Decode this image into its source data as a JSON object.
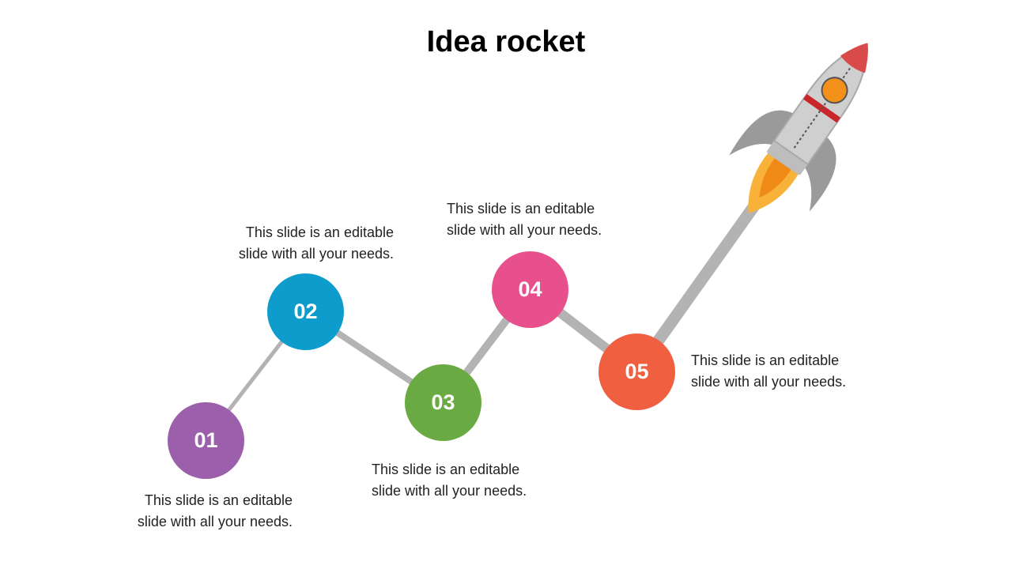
{
  "title": "Idea rocket",
  "steps": [
    {
      "number": "01",
      "color": "#9b5fab",
      "text_line1": "This slide is an editable",
      "text_line2": "slide with all your needs."
    },
    {
      "number": "02",
      "color": "#0e9ccc",
      "text_line1": "This slide is an editable",
      "text_line2": "slide with all your needs."
    },
    {
      "number": "03",
      "color": "#6aaa42",
      "text_line1": "This slide is an editable",
      "text_line2": "slide with all your needs."
    },
    {
      "number": "04",
      "color": "#e8508d",
      "text_line1": "This slide is an editable",
      "text_line2": "slide with all your needs."
    },
    {
      "number": "05",
      "color": "#f05f40",
      "text_line1": "This slide is an editable",
      "text_line2": "slide with all your needs."
    }
  ],
  "colors": {
    "connector": "#b3b3b3",
    "rocket_body": "#cfcfcf",
    "rocket_nose": "#d94b4b",
    "rocket_band": "#c8262b",
    "rocket_window": "#f39019",
    "rocket_fins": "#9a9a9a",
    "flame_outer": "#f8b23a",
    "flame_inner": "#f08a16"
  },
  "icons": [
    "rocket-icon"
  ]
}
